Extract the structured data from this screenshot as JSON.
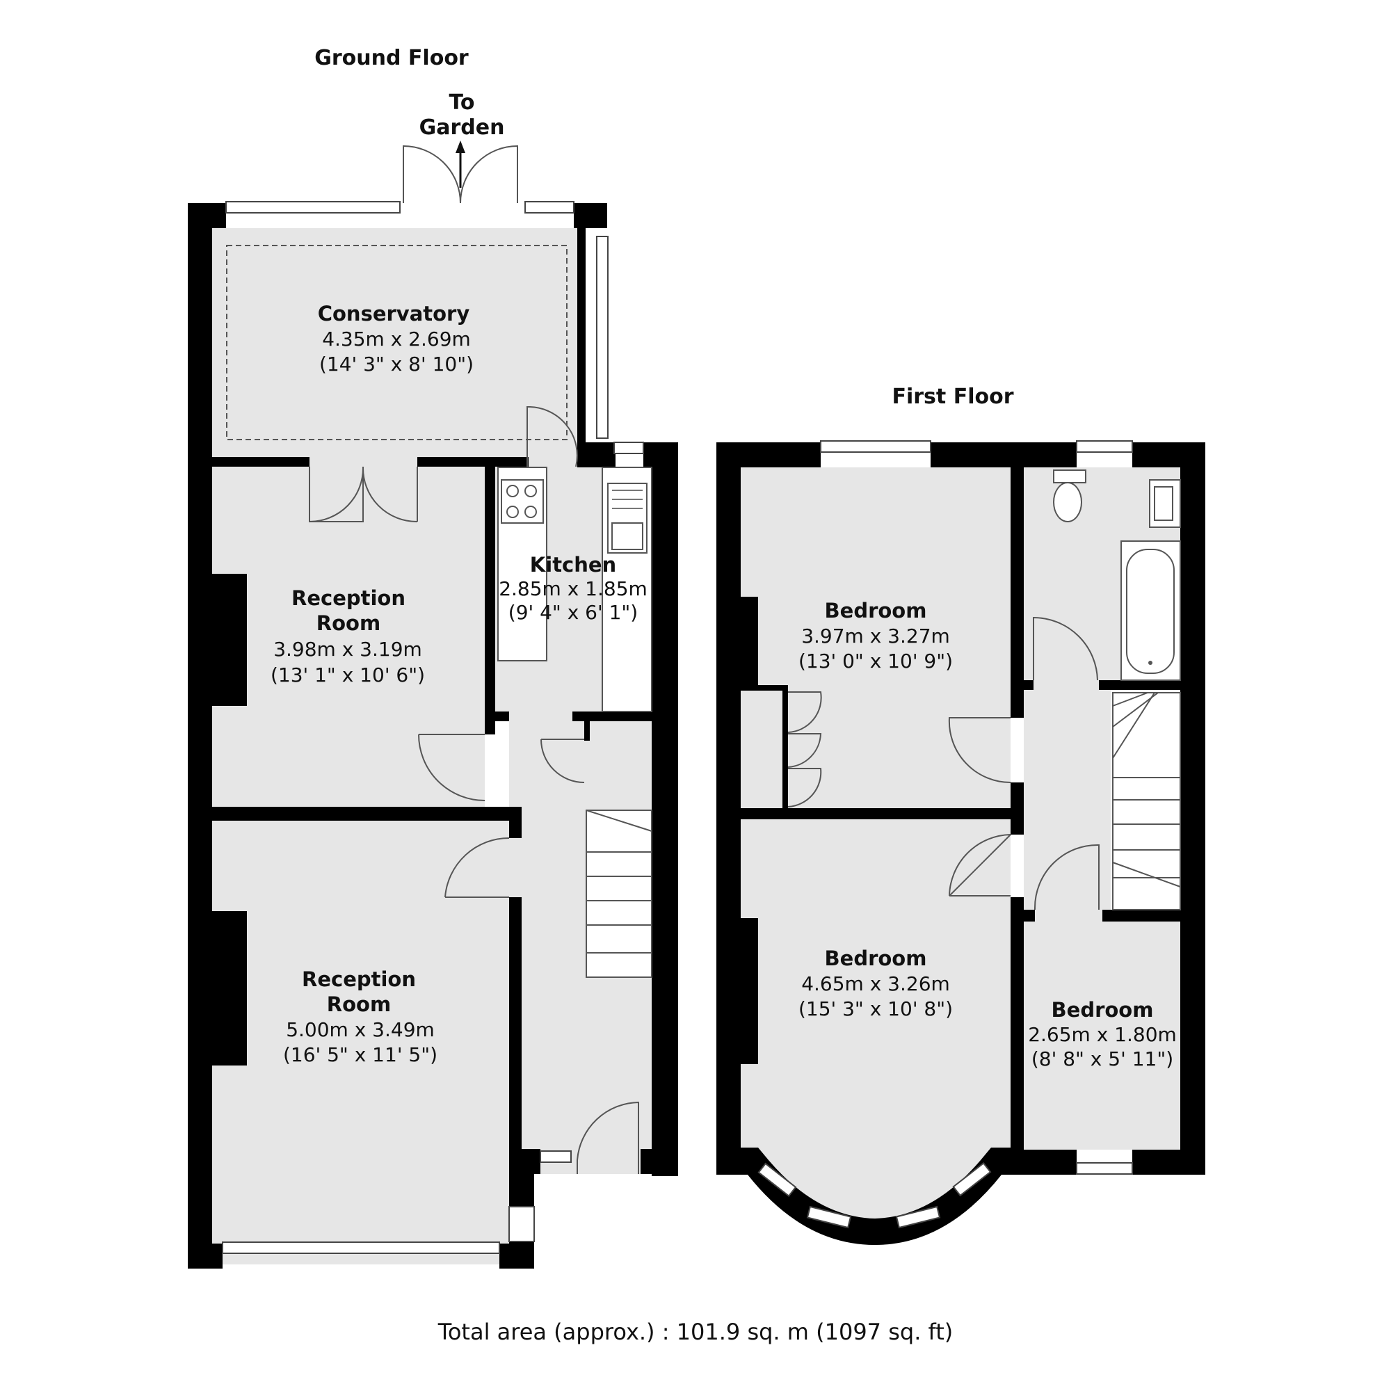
{
  "ground_floor": {
    "title": "Ground Floor",
    "garden_label_1": "To",
    "garden_label_2": "Garden",
    "conservatory": {
      "name": "Conservatory",
      "metric": "4.35m x 2.69m",
      "imperial": "(14' 3\" x 8' 10\")"
    },
    "reception_rear": {
      "name_1": "Reception",
      "name_2": "Room",
      "metric": "3.98m x 3.19m",
      "imperial": "(13' 1\" x 10' 6\")"
    },
    "kitchen": {
      "name": "Kitchen",
      "metric": "2.85m x 1.85m",
      "imperial": "(9' 4\" x 6' 1\")"
    },
    "reception_front": {
      "name_1": "Reception",
      "name_2": "Room",
      "metric": "5.00m x 3.49m",
      "imperial": "(16' 5\" x 11' 5\")"
    }
  },
  "first_floor": {
    "title": "First Floor",
    "bedroom_rear": {
      "name": "Bedroom",
      "metric": "3.97m x 3.27m",
      "imperial": "(13' 0\" x 10' 9\")"
    },
    "bedroom_front": {
      "name": "Bedroom",
      "metric": "4.65m x 3.26m",
      "imperial": "(15' 3\" x 10' 8\")"
    },
    "bedroom_small": {
      "name": "Bedroom",
      "metric": "2.65m x 1.80m",
      "imperial": "(8' 8\" x 5' 11\")"
    }
  },
  "total_area": "Total area (approx.) : 101.9 sq. m (1097 sq. ft)"
}
